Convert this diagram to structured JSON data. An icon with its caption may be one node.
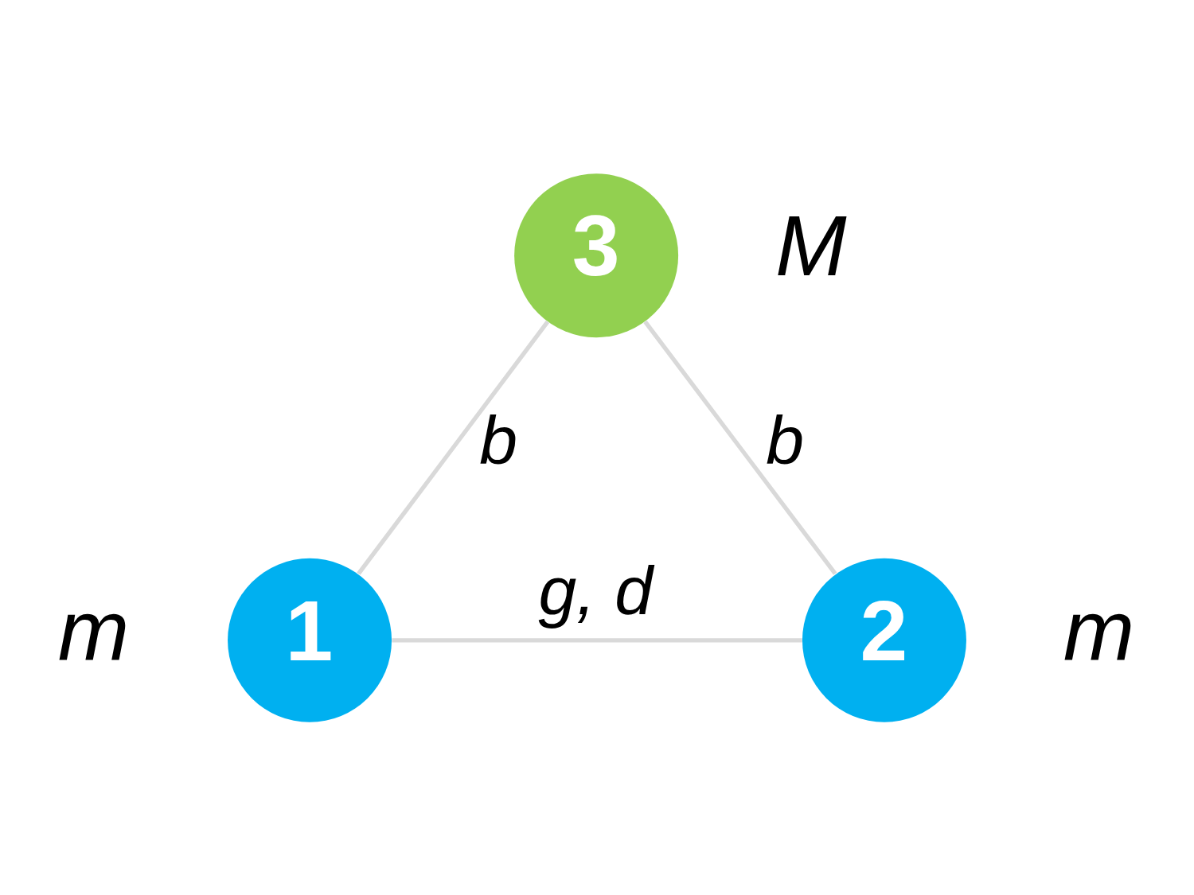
{
  "diagram": {
    "nodes": [
      {
        "text": [
          "3"
        ],
        "beside": [
          "M"
        ]
      },
      {
        "text": [
          "1"
        ],
        "beside": [
          "m"
        ]
      },
      {
        "text": [
          "2"
        ],
        "beside": [
          "m"
        ]
      }
    ],
    "edges": [
      {
        "from": 0,
        "to": 1,
        "arrow": "none",
        "label": "b"
      },
      {
        "from": 0,
        "to": 2,
        "arrow": "none",
        "label": "b"
      },
      {
        "from": 1,
        "to": 2,
        "arrow": "none",
        "label": "g, d"
      }
    ]
  }
}
